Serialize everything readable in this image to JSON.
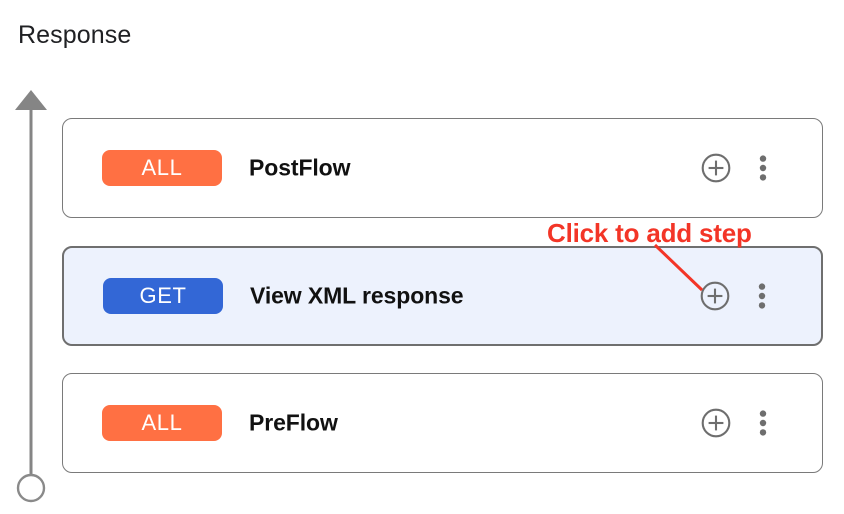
{
  "page": {
    "title": "Response",
    "background_color": "#ffffff"
  },
  "colors": {
    "badge_all": "#ff7043",
    "badge_get": "#3367d6",
    "annotation_red": "#f33527",
    "selected_row_bg": "#edf2fd",
    "border_gray": "#7a7a7a",
    "icon_gray": "#6e6e6e",
    "rail_gray": "#858585"
  },
  "timeline": {
    "arrow_icon": "up-arrow-icon",
    "endpoint_icon": "circle-endpoint-icon",
    "direction": "up"
  },
  "flow": {
    "rows": [
      {
        "badge": "ALL",
        "badge_type": "all",
        "label": "PostFlow",
        "selected": false,
        "add_icon": "plus-circle-icon",
        "menu_icon": "kebab-menu-icon"
      },
      {
        "badge": "GET",
        "badge_type": "get",
        "label": "View XML response",
        "selected": true,
        "add_icon": "plus-circle-icon",
        "menu_icon": "kebab-menu-icon"
      },
      {
        "badge": "ALL",
        "badge_type": "all",
        "label": "PreFlow",
        "selected": false,
        "add_icon": "plus-circle-icon",
        "menu_icon": "kebab-menu-icon"
      }
    ]
  },
  "annotation": {
    "text": "Click to add step",
    "pointer_icon": "callout-line-icon"
  }
}
